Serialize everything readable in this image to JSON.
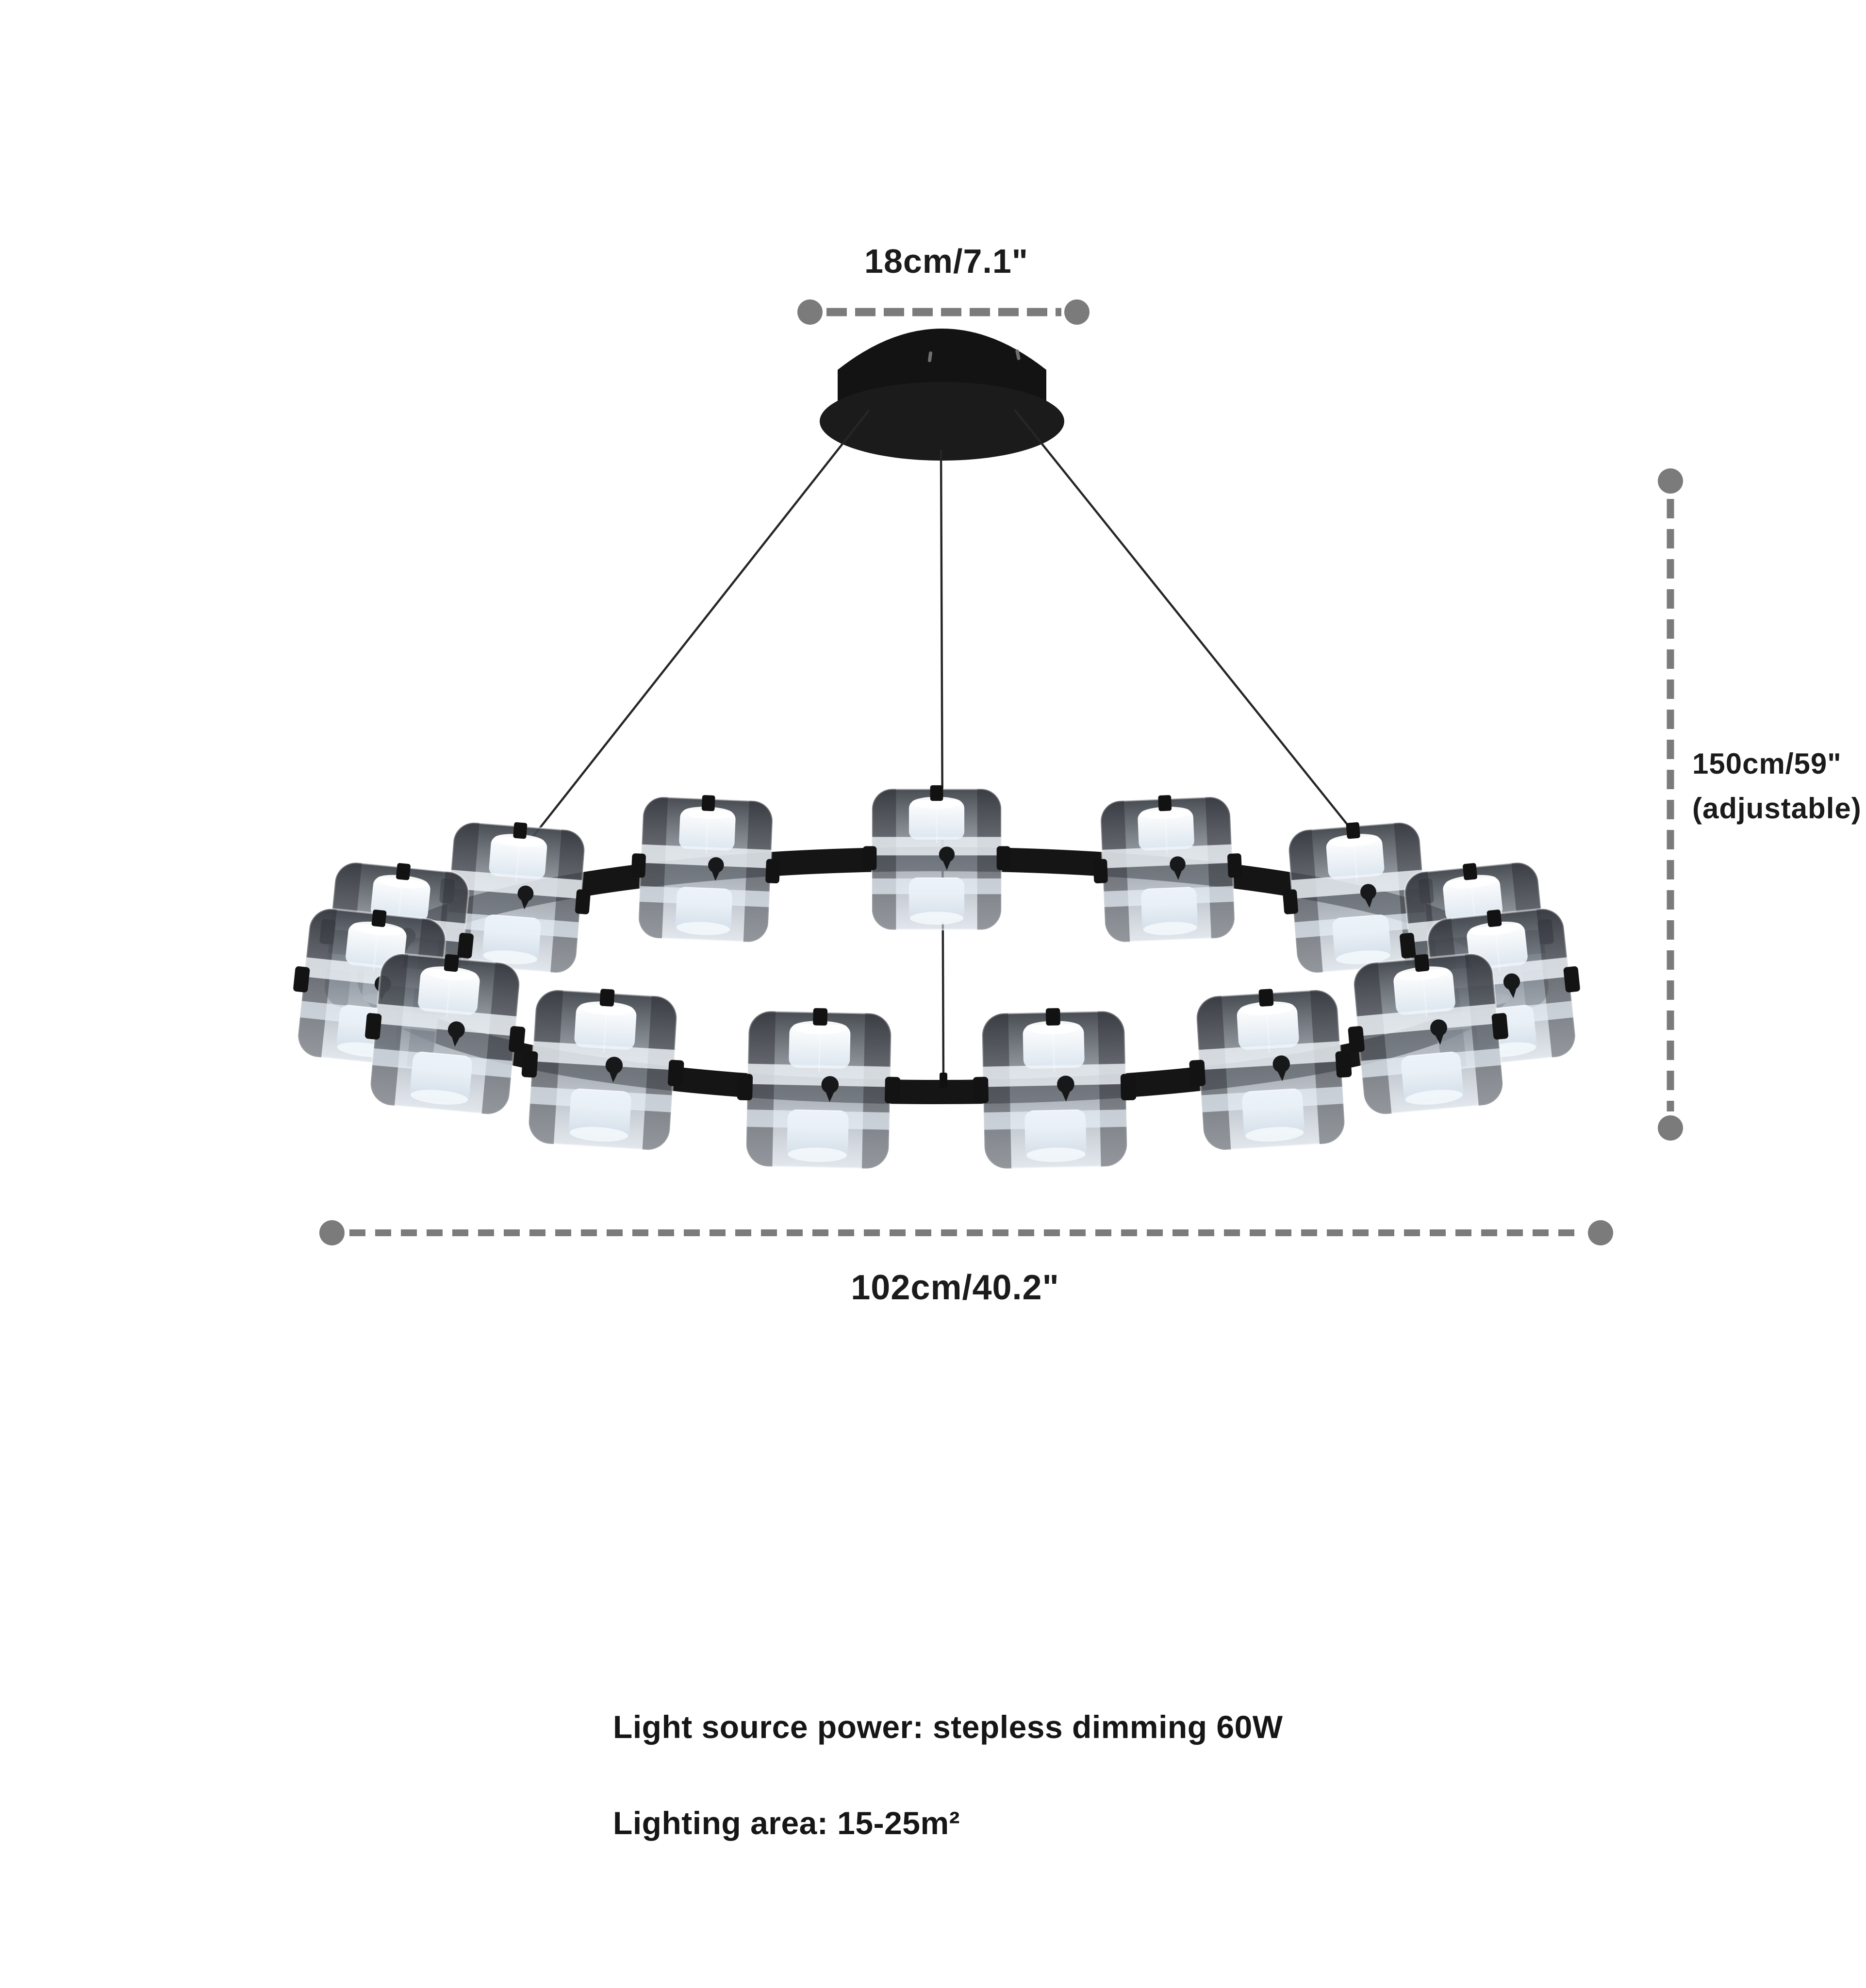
{
  "page": {
    "background": "#ffffff"
  },
  "dimensions": {
    "canopy_width_label": "18cm/7.1\"",
    "height_label": "150cm/59\"",
    "height_note": "(adjustable)",
    "diameter_label": "102cm/40.2\""
  },
  "specs": {
    "power_line": "Light source power: stepless dimming 60W",
    "area_line": "Lighting area: 15-25m²"
  },
  "illustration": {
    "subject": "ring-chandelier-with-smoked-glass-shades",
    "colors": {
      "fixture_black": "#151515",
      "dimension_gray": "#7b7b7b",
      "text_black": "#1b1b1b",
      "glass_smoke_dark": "#3f434a",
      "glass_smoke_light": "#cfd8e2",
      "led_white": "#ffffff"
    }
  }
}
